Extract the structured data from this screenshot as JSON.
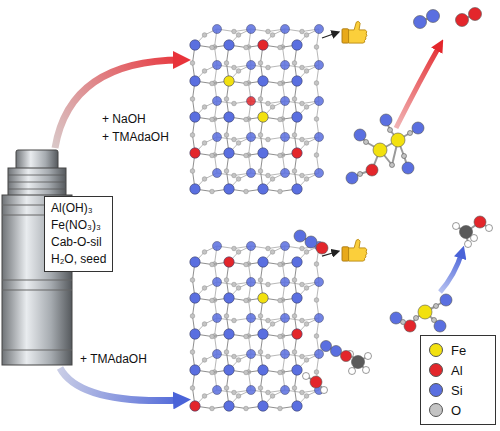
{
  "diagram": {
    "nodes": [
      {
        "text": [
          "Al(OH)₃",
          "Fe(NO₃)₃",
          "Cab-O-sil",
          "H₂O, seed"
        ]
      }
    ],
    "labels": [
      "+ NaOH",
      "+ TMAdaOH",
      "+ TMAdaOH"
    ],
    "legend": [
      {
        "text": "Fe",
        "color": "#f2e10f"
      },
      {
        "text": "Al",
        "color": "#e3262b"
      },
      {
        "text": "Si",
        "color": "#5a6fe0"
      },
      {
        "text": "O",
        "color": "#c4c4c4"
      }
    ]
  }
}
